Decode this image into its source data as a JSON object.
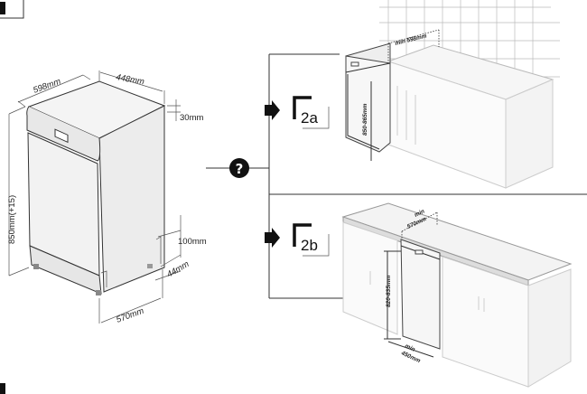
{
  "figure_tag": "1",
  "freestanding": {
    "width": "598mm",
    "depth": "448mm",
    "top_thickness": "30mm",
    "height": "850mm(+15)",
    "plinth_height": "100mm",
    "plinth_depth": "44mm",
    "bottom_depth": "570mm"
  },
  "help_icon": "question-circle-icon",
  "options": [
    {
      "label": "2a",
      "dims": {
        "width": "min 598mm",
        "height": "850-865mm"
      }
    },
    {
      "label": "2b",
      "dims": {
        "depth_min": "min",
        "depth": "570mm",
        "height": "820-835mm",
        "width_min": "min",
        "width": "450mm"
      }
    }
  ]
}
